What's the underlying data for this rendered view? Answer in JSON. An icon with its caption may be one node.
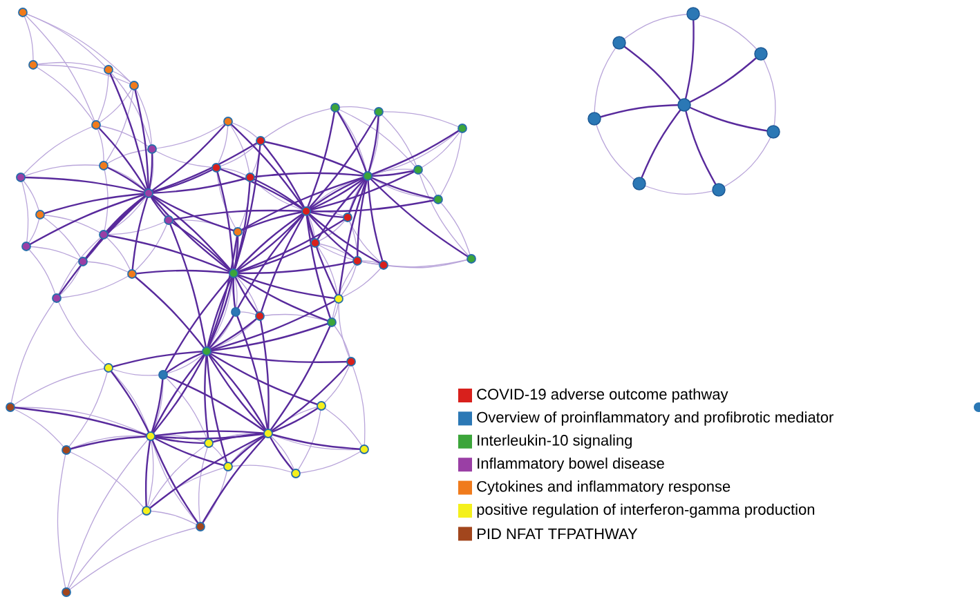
{
  "diagram": {
    "legend": [
      {
        "text": "COVID-19 adverse outcome pathway",
        "color": "#d8201c"
      },
      {
        "text": "Overview of proinflammatory and profibrotic mediator",
        "color": "#2b78b5"
      },
      {
        "text": "Interleukin-10 signaling",
        "color": "#3ca53a"
      },
      {
        "text": "Inflammatory bowel disease",
        "color": "#9a3fa5"
      },
      {
        "text": "Cytokines and inflammatory response",
        "color": "#f07b1c"
      },
      {
        "text": "positive regulation of interferon-gamma production",
        "color": "#f4f01c"
      },
      {
        "text": "PID NFAT TFPATHWAY",
        "color": "#a2461d"
      }
    ]
  }
}
